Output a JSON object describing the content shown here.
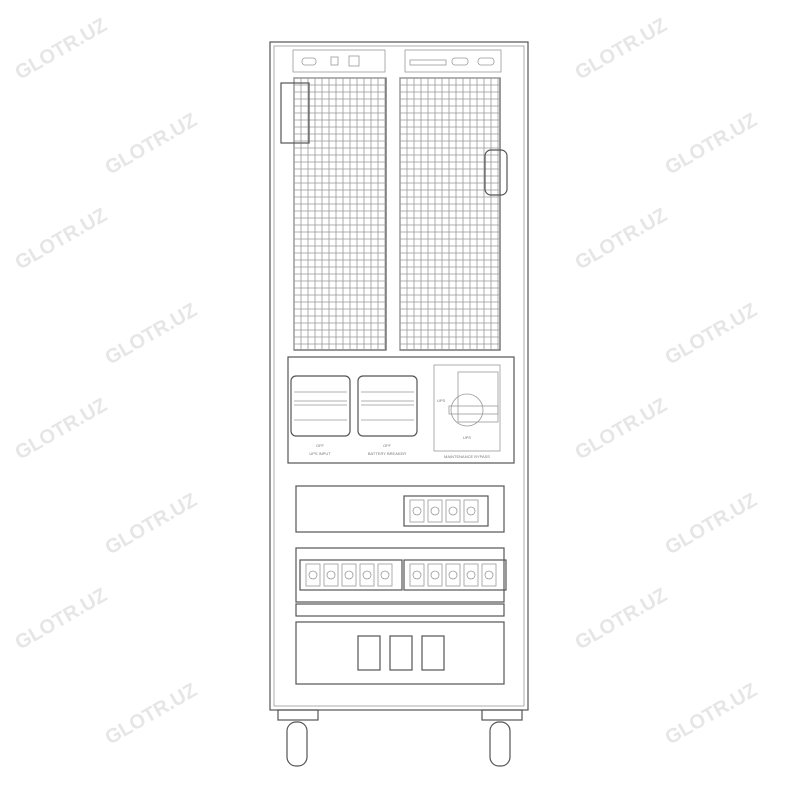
{
  "watermark": "GLOTR.UZ",
  "panel": {
    "breaker_1": {
      "state": "OFF",
      "label": "UPS INPUT"
    },
    "breaker_2": {
      "state": "OFF",
      "label": "BATTERY BREAKER"
    },
    "bypass_switch": {
      "position_left": "UPS",
      "position_bottom": "UPS",
      "label": "MAINTENANCE BYPASS"
    }
  },
  "colors": {
    "line": "#555555",
    "background": "#ffffff",
    "watermark": "#e6e6e6"
  }
}
